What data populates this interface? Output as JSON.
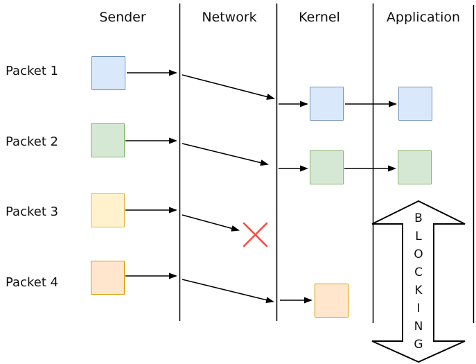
{
  "diagram": {
    "columns": [
      {
        "label": "Sender"
      },
      {
        "label": "Network"
      },
      {
        "label": "Kernel"
      },
      {
        "label": "Application"
      }
    ],
    "packets": [
      {
        "label": "Packet 1",
        "fill": "#dae8fc",
        "border": "#6c8ebf"
      },
      {
        "label": "Packet 2",
        "fill": "#d5e8d4",
        "border": "#82b366"
      },
      {
        "label": "Packet 3",
        "fill": "#fff2cc",
        "border": "#d6b656"
      },
      {
        "label": "Packet 4",
        "fill": "#ffe6cc",
        "border": "#d79b00"
      }
    ],
    "blocking": {
      "word": "BLOCKING",
      "letters": [
        "B",
        "L",
        "O",
        "C",
        "K",
        "I",
        "N",
        "G"
      ]
    },
    "colors": {
      "arrow": "#000000",
      "line": "#000000",
      "drop_x": "#f94d46",
      "background": "#ffffff"
    }
  }
}
